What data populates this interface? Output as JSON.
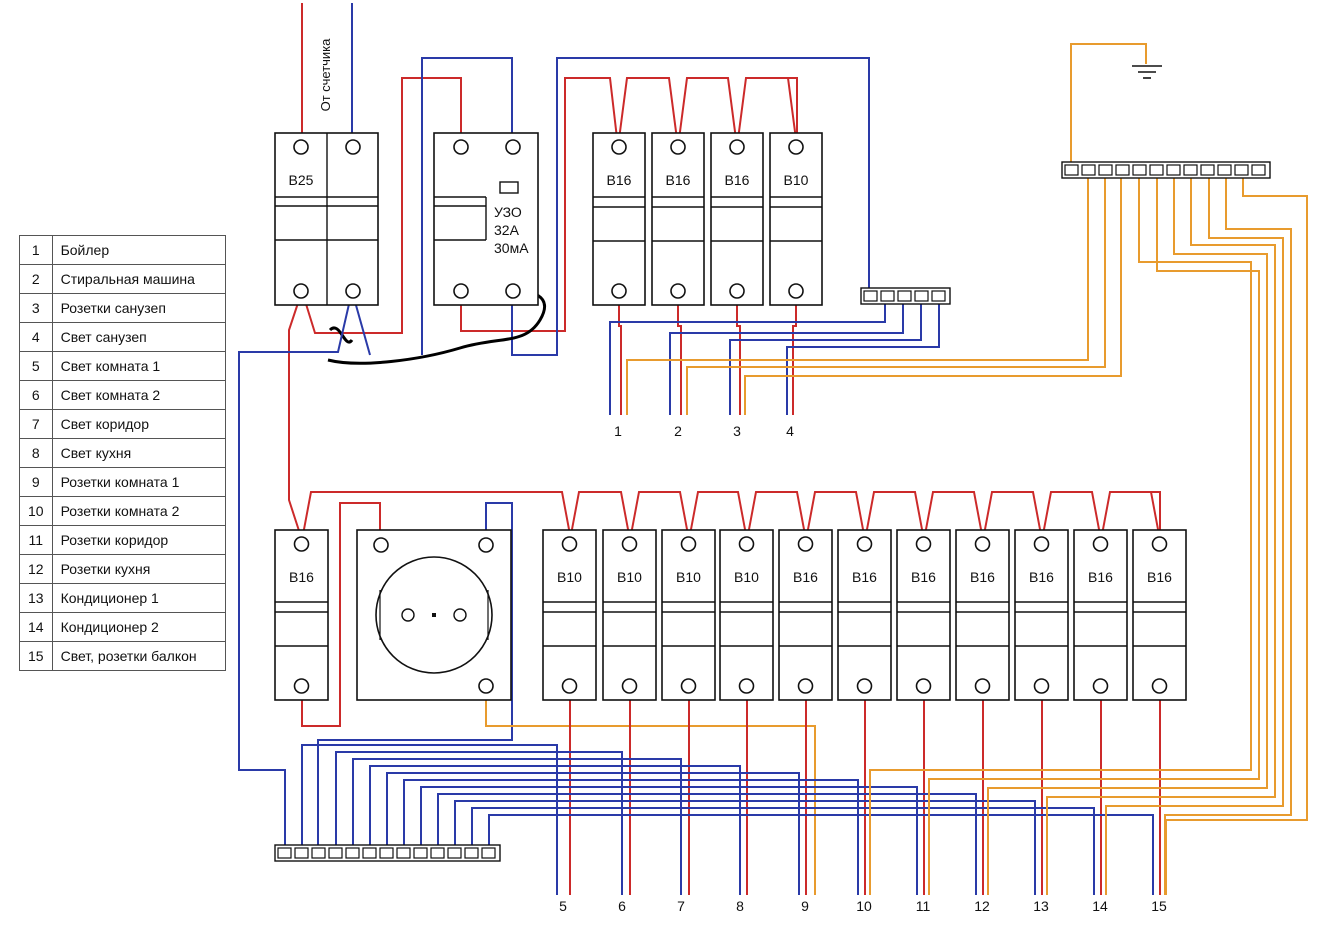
{
  "legend": [
    {
      "n": "1",
      "label": "Бойлер"
    },
    {
      "n": "2",
      "label": "Стиральная машина"
    },
    {
      "n": "3",
      "label": "Розетки санузеп"
    },
    {
      "n": "4",
      "label": "Свет санузеп"
    },
    {
      "n": "5",
      "label": "Свет комната 1"
    },
    {
      "n": "6",
      "label": "Свет комната 2"
    },
    {
      "n": "7",
      "label": "Свет коридор"
    },
    {
      "n": "8",
      "label": "Свет кухня"
    },
    {
      "n": "9",
      "label": "Розетки комната 1"
    },
    {
      "n": "10",
      "label": "Розетки комната 2"
    },
    {
      "n": "11",
      "label": "Розетки коридор"
    },
    {
      "n": "12",
      "label": "Розетки кухня"
    },
    {
      "n": "13",
      "label": "Кондиционер 1"
    },
    {
      "n": "14",
      "label": "Кондиционер 2"
    },
    {
      "n": "15",
      "label": "Свет, розетки балкон"
    }
  ],
  "main_breaker": {
    "label": "B25"
  },
  "feed_label": "От счетчика",
  "rcd": {
    "line1": "УЗО",
    "line2": "32A",
    "line3": "30мА"
  },
  "top_breakers": [
    "B16",
    "B16",
    "B16",
    "B10"
  ],
  "top_outputs": [
    "1",
    "2",
    "3",
    "4"
  ],
  "bottom_first_breaker": "B16",
  "bottom_breakers": [
    "B10",
    "B10",
    "B10",
    "B10",
    "B16",
    "B16",
    "B16",
    "B16",
    "B16",
    "B16",
    "B16"
  ],
  "bottom_outputs": [
    "5",
    "6",
    "7",
    "8",
    "9",
    "10",
    "11",
    "12",
    "13",
    "14",
    "15"
  ],
  "colors": {
    "phase": "#cc2a2a",
    "neutral": "#2a3aa8",
    "earth": "#e89b2e",
    "outline": "#111111"
  }
}
